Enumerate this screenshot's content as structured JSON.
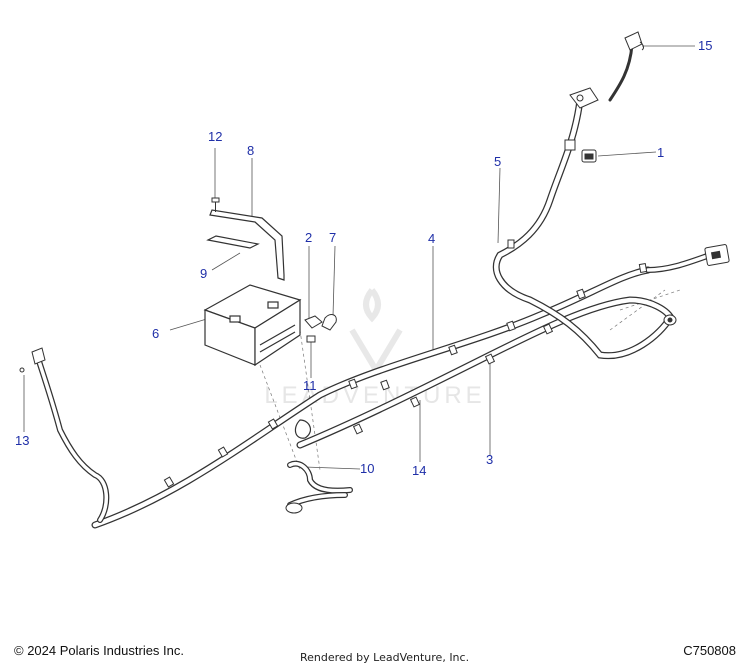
{
  "callouts": {
    "c1": "1",
    "c2": "2",
    "c3": "3",
    "c4": "4",
    "c5": "5",
    "c6": "6",
    "c7": "7",
    "c8": "8",
    "c9": "9",
    "c10": "10",
    "c11": "11",
    "c12": "12",
    "c13": "13",
    "c14": "14",
    "c15": "15"
  },
  "footer": {
    "copyright": "© 2024 Polaris Industries Inc.",
    "rendered_by": "Rendered by LeadVenture, Inc.",
    "diagram_code": "C750808"
  },
  "watermark": {
    "text": "LEADVENTURE"
  },
  "colors": {
    "callout": "#1f2fa8",
    "line": "#444444",
    "watermark": "#e6e6e6"
  }
}
